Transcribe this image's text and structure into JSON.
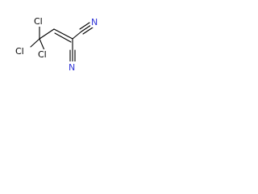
{
  "molecule": {
    "atoms": {
      "cl_top": "Cl",
      "cl_left": "Cl",
      "cl_bottom": "Cl",
      "n_top": "N",
      "n_bottom": "N"
    },
    "colors": {
      "bond": "#000000",
      "nitrogen": "#2f33d6",
      "background": "#ffffff"
    }
  }
}
